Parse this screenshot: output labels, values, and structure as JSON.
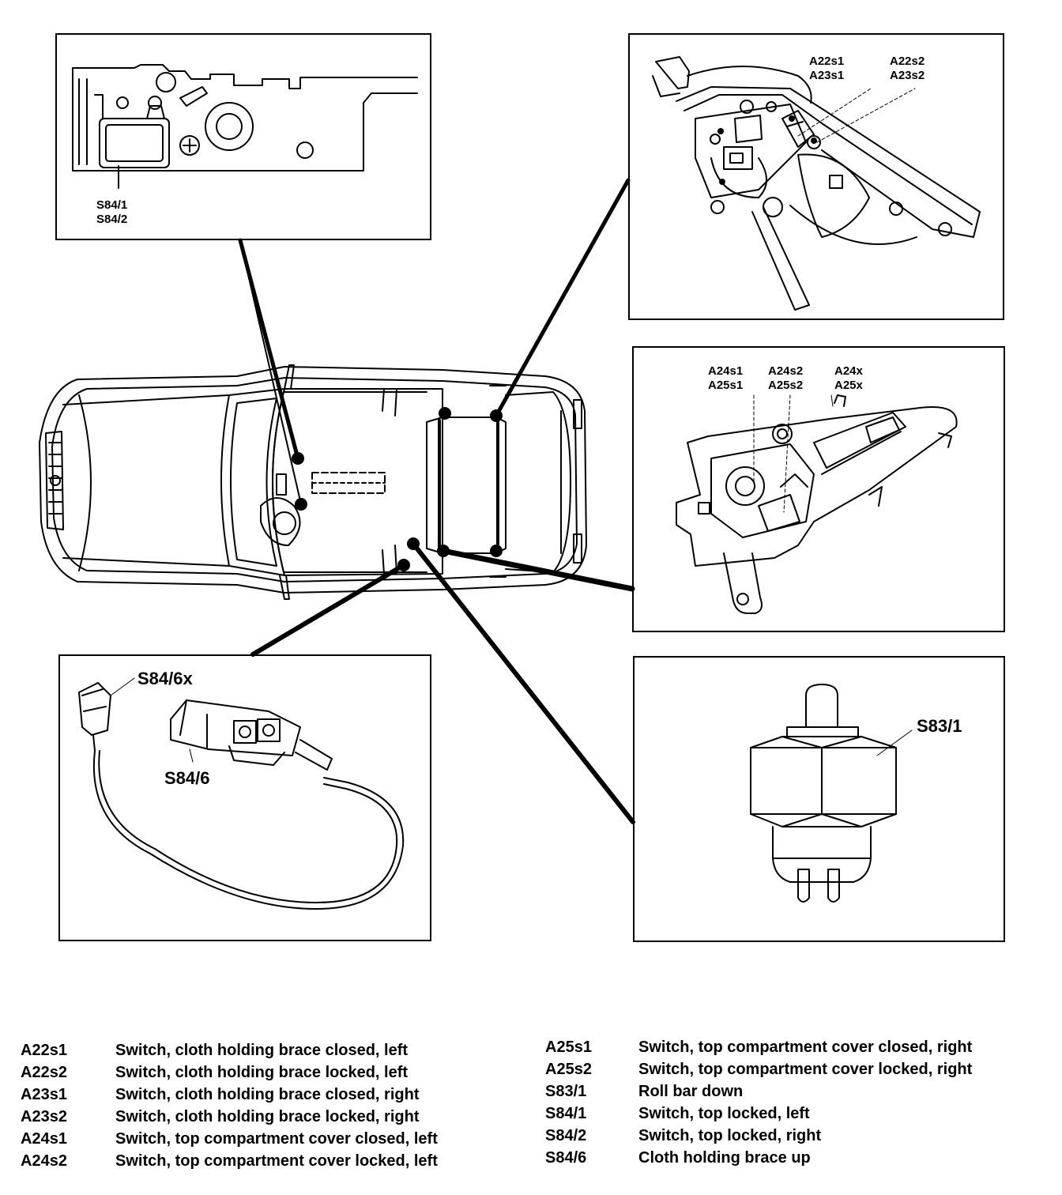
{
  "callouts": {
    "top_left": [
      "S84/1",
      "S84/2"
    ],
    "top_right_col1": [
      "A22s1",
      "A23s1"
    ],
    "top_right_col2": [
      "A22s2",
      "A23s2"
    ],
    "mid_right_col1": [
      "A24s1",
      "A25s1"
    ],
    "mid_right_col2": [
      "A24s2",
      "A25s2"
    ],
    "mid_right_col3": [
      "A24x",
      "A25x"
    ],
    "bottom_left_connector": "S84/6x",
    "bottom_left_switch": "S84/6",
    "bottom_right_switch": "S83/1"
  },
  "legend": {
    "left": [
      {
        "code": "A22s1",
        "desc": "Switch, cloth holding brace closed, left"
      },
      {
        "code": "A22s2",
        "desc": "Switch, cloth holding brace locked, left"
      },
      {
        "code": "A23s1",
        "desc": "Switch, cloth holding brace closed, right"
      },
      {
        "code": "A23s2",
        "desc": "Switch, cloth holding brace locked, right"
      },
      {
        "code": "A24s1",
        "desc": "Switch, top compartment cover closed, left"
      },
      {
        "code": "A24s2",
        "desc": "Switch, top compartment cover locked, left"
      }
    ],
    "right": [
      {
        "code": "A25s1",
        "desc": "Switch, top compartment cover closed, right"
      },
      {
        "code": "A25s2",
        "desc": "Switch, top compartment cover locked, right"
      },
      {
        "code": "S83/1",
        "desc": "Roll bar down"
      },
      {
        "code": "S84/1",
        "desc": "Switch, top locked, left"
      },
      {
        "code": "S84/2",
        "desc": "Switch, top locked, right"
      },
      {
        "code": "S84/6",
        "desc": "Cloth holding brace up"
      }
    ]
  }
}
